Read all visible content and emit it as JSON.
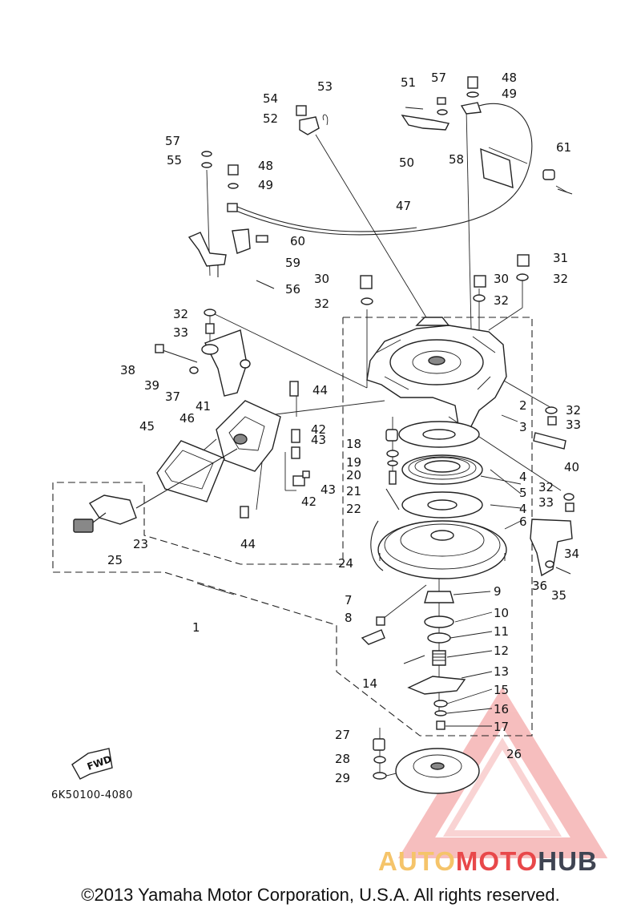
{
  "diagram": {
    "callouts": [
      "1",
      "2",
      "3",
      "4",
      "4",
      "5",
      "6",
      "7",
      "8",
      "9",
      "10",
      "11",
      "12",
      "13",
      "14",
      "15",
      "16",
      "17",
      "18",
      "19",
      "20",
      "21",
      "22",
      "23",
      "24",
      "25",
      "26",
      "27",
      "28",
      "29",
      "30",
      "30",
      "31",
      "32",
      "32",
      "32",
      "32",
      "32",
      "32",
      "33",
      "33",
      "33",
      "34",
      "35",
      "36",
      "37",
      "38",
      "39",
      "40",
      "41",
      "42",
      "42",
      "43",
      "43",
      "44",
      "44",
      "45",
      "46",
      "47",
      "48",
      "48",
      "49",
      "49",
      "50",
      "51",
      "52",
      "53",
      "54",
      "55",
      "56",
      "57",
      "57",
      "58",
      "59",
      "60",
      "61"
    ],
    "fwd_label": "FWD",
    "drawing_code": "6K50100-4080"
  },
  "footer": {
    "copyright": "©2013 Yamaha Motor Corporation, U.S.A. All rights reserved."
  },
  "watermark": {
    "part1": "AUTO",
    "part2": "MOTO",
    "part3": "HUB",
    "colors": {
      "auto": "#f5c46a",
      "moto": "#e8484a",
      "hub": "#3f4452",
      "triangle": "#f08a8a"
    }
  }
}
